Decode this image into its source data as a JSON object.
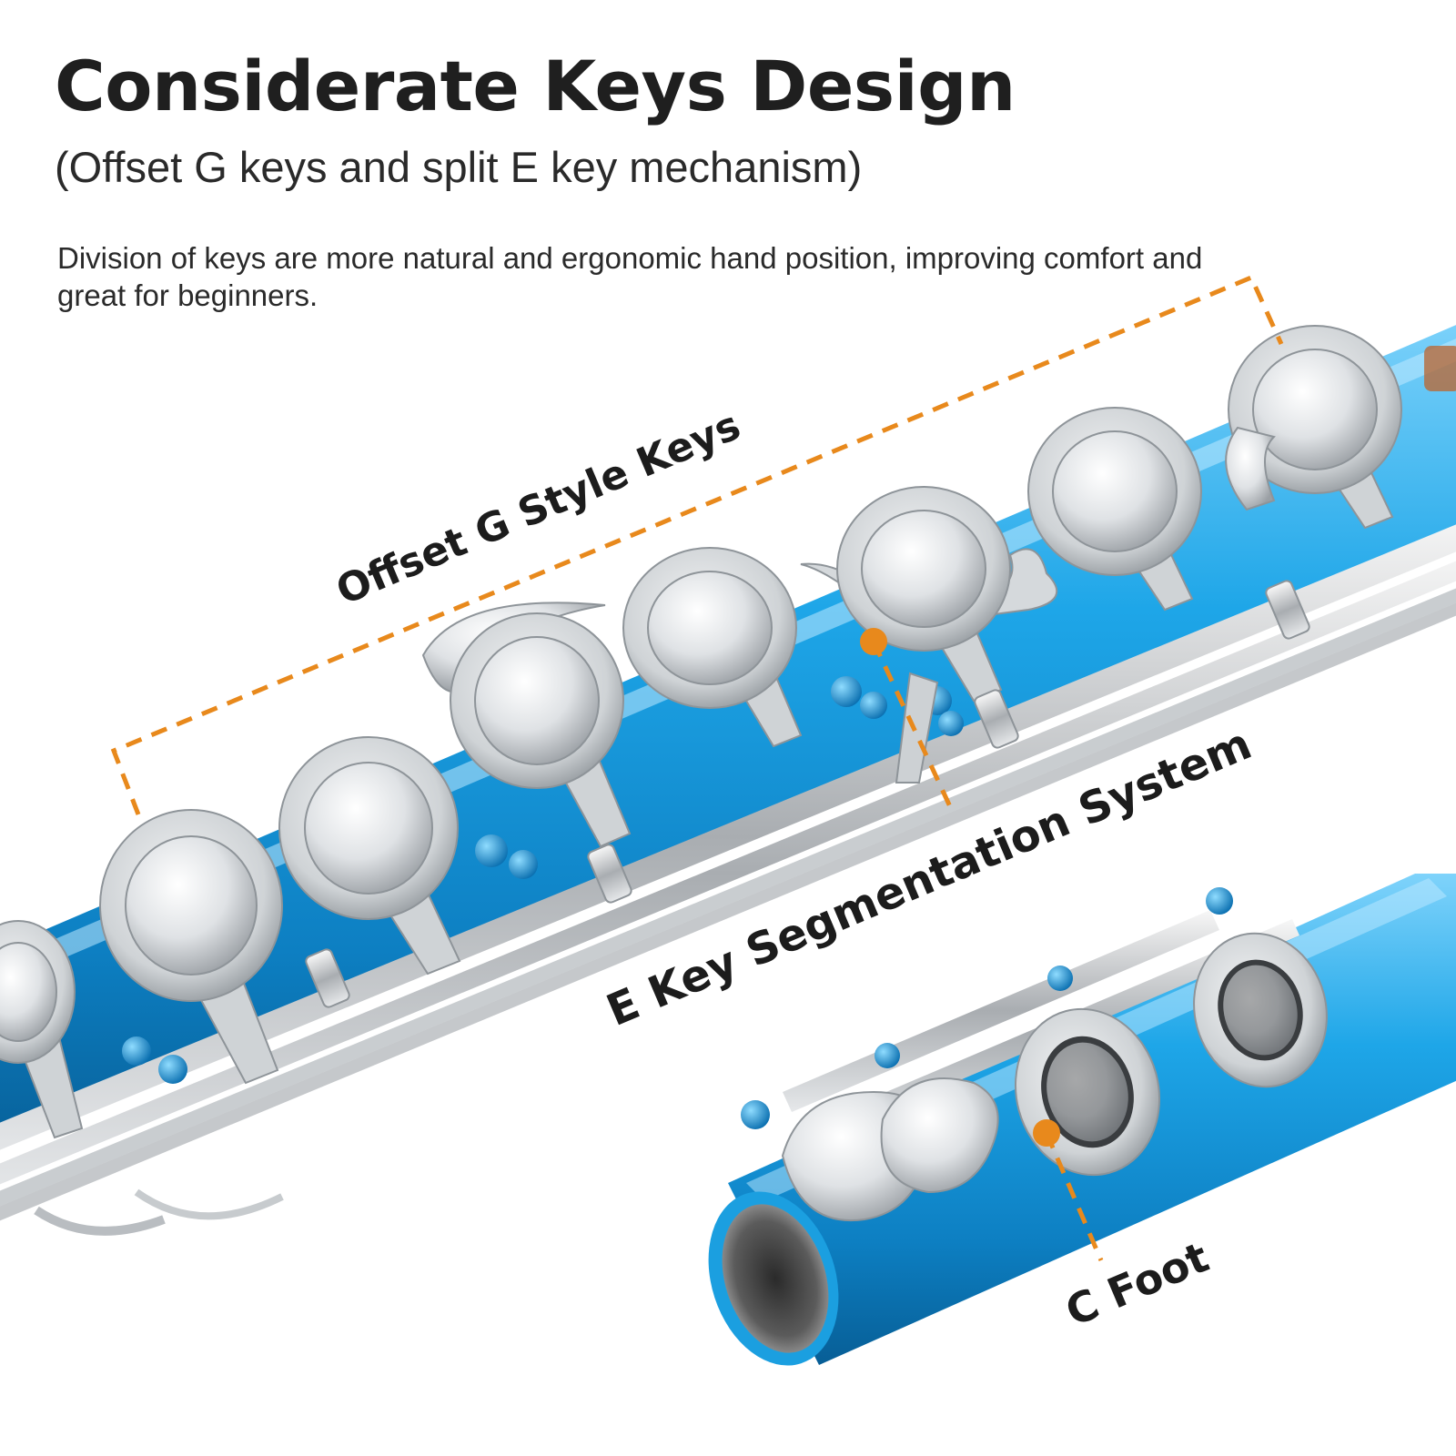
{
  "heading": {
    "title": "Considerate Keys Design",
    "subtitle": "(Offset G keys and split E key mechanism)",
    "description": "Division of keys are more natural and ergonomic hand position, improving comfort and great for beginners."
  },
  "callouts": {
    "offset_g": "Offset G Style Keys",
    "e_key": "E Key Segmentation System",
    "c_foot": "C Foot"
  },
  "colors": {
    "flute_body": "#1b9fe0",
    "keys": "#d9dcde",
    "callout_line": "#e8891c",
    "text": "#1c1c1c"
  }
}
